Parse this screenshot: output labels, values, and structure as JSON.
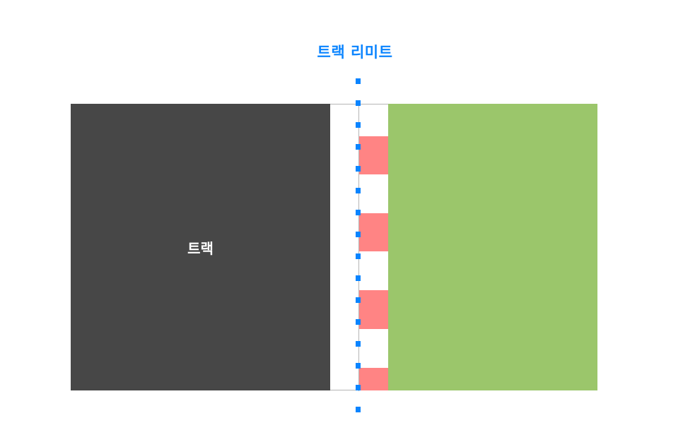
{
  "diagram": {
    "title": "트랙 리미트",
    "track_label": "트랙",
    "colors": {
      "title": "#0a84ff",
      "track": "#474747",
      "curb_stripe": "#ff8484",
      "outside_area": "#9bc66b",
      "limit_line": "#0a84ff",
      "border": "#b5b5b5"
    },
    "regions": [
      {
        "name": "track",
        "label": "트랙"
      },
      {
        "name": "curb",
        "label": ""
      },
      {
        "name": "outside",
        "label": ""
      }
    ]
  }
}
